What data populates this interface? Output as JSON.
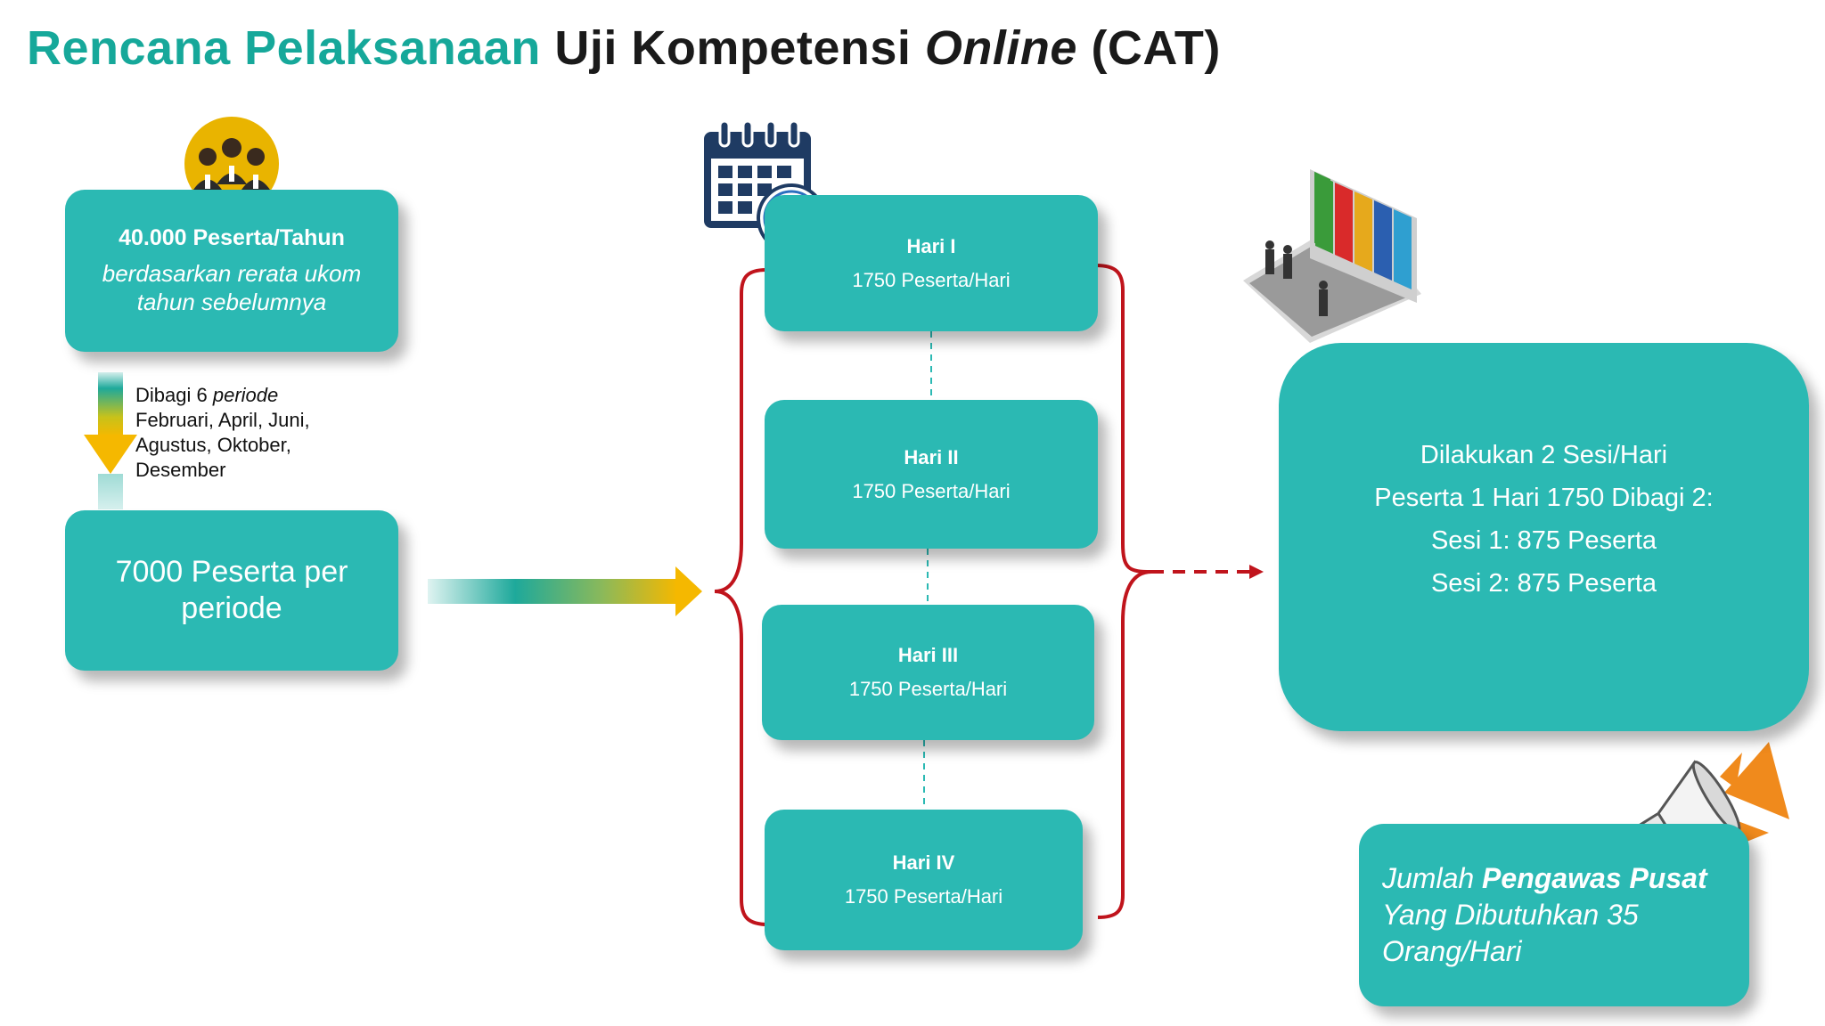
{
  "title": {
    "part1": "Rencana Pelaksanaan",
    "part2": "Uji Kompetensi",
    "part3": "Online",
    "part4": "(CAT)"
  },
  "peserta_box": {
    "headline": "40.000 Peserta/Tahun",
    "subtitle": "berdasarkan rerata ukom tahun sebelumnya"
  },
  "divide_note": {
    "prefix": "Dibagi 6",
    "italic": "periode",
    "months": "Februari, April, Juni, Agustus, Oktober, Desember"
  },
  "periode_box": {
    "text": "7000 Peserta per periode"
  },
  "days": [
    {
      "title": "Hari I",
      "value": "1750 Peserta/Hari"
    },
    {
      "title": "Hari II",
      "value": "1750 Peserta/Hari"
    },
    {
      "title": "Hari III",
      "value": "1750 Peserta/Hari"
    },
    {
      "title": "Hari IV",
      "value": "1750 Peserta/Hari"
    }
  ],
  "sesi_box": {
    "lines": [
      "Dilakukan 2 Sesi/Hari",
      "Peserta 1 Hari 1750 Dibagi 2:",
      "Sesi 1: 875 Peserta",
      "Sesi 2: 875 Peserta"
    ]
  },
  "pengawas_box": {
    "w1": "Jumlah",
    "w2": "Pengawas",
    "w3": "Pusat",
    "w4": "Yang Dibutuhkan 35 Orang/Hari"
  },
  "colors": {
    "box": "#2bb9b3",
    "title_green": "#16a89a",
    "bracket_red": "#c0141c",
    "arrow_yellow": "#f5b800",
    "megaphone_orange": "#f08a1c",
    "calendar_navy": "#1f3b63"
  },
  "icons": [
    "group-people-icon",
    "calendar-clock-icon",
    "laptop-exam-icon",
    "megaphone-icon"
  ]
}
